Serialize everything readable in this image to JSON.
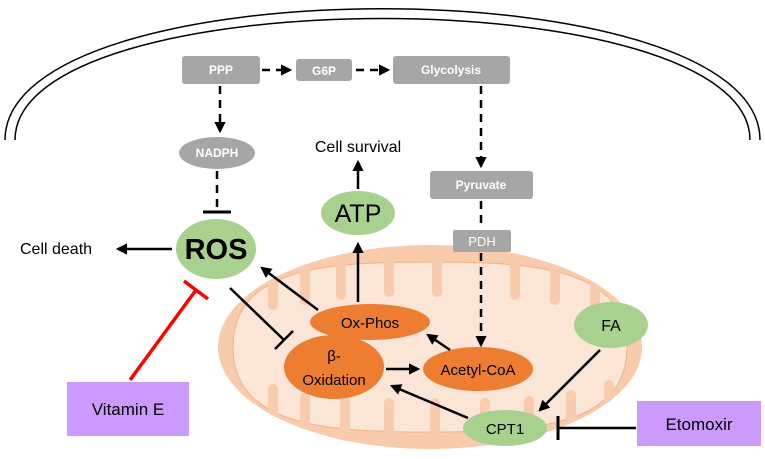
{
  "nodes": {
    "ppp": "PPP",
    "g6p": "G6P",
    "glycolysis": "Glycolysis",
    "nadph": "NADPH",
    "pyruvate": "Pyruvate",
    "pdh": "PDH",
    "ros": "ROS",
    "atp": "ATP",
    "cell_survival": "Cell survival",
    "cell_death": "Cell death",
    "ox_phos": "Ox-Phos",
    "beta_oxidation_line1": "β-",
    "beta_oxidation_line2": "Oxidation",
    "acetyl_coa": "Acetyl-CoA",
    "fa": "FA",
    "cpt1": "CPT1",
    "vitamin_e": "Vitamin E",
    "etomoxir": "Etomoxir"
  },
  "colors": {
    "gray_box": "#a6a6a6",
    "green_node": "#a9d18e",
    "orange_node": "#ed7d31",
    "purple_box": "#cc99ff",
    "mito_outer": "#f8cbad",
    "mito_fill": "#fbe5d6",
    "inhibitor_red": "#ff0000"
  }
}
